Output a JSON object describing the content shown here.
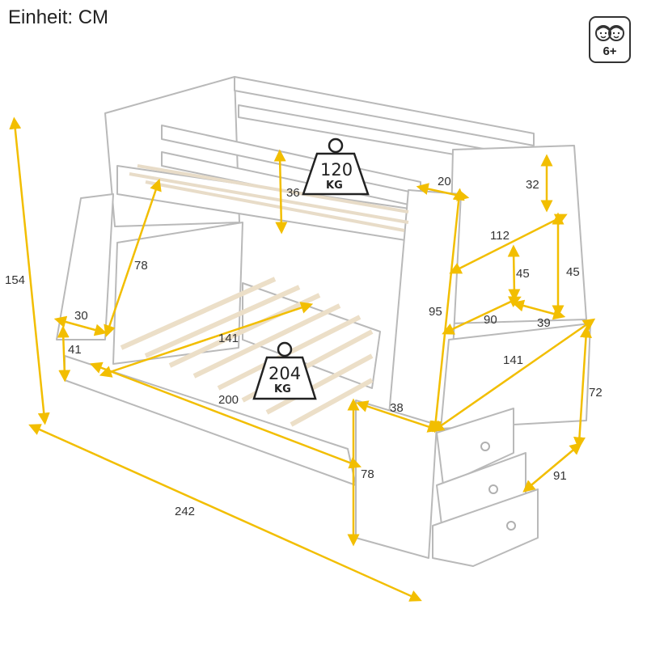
{
  "unit_label": "Einheit: CM",
  "age_badge": {
    "text": "6+",
    "icon": "two-children-faces-icon"
  },
  "accent_color": "#f2be00",
  "weights": {
    "upper": {
      "value": "120",
      "unit": "KG"
    },
    "lower": {
      "value": "204",
      "unit": "KG"
    }
  },
  "dimensions": {
    "total_height": "154",
    "total_length": "242",
    "ladder_length": "78",
    "ladder_step_height": "30",
    "post_height": "41",
    "upper_guard_height": "36",
    "lower_bed_width": "141",
    "lower_bed_length": "200",
    "shelf_depth": "20",
    "shelf_top_height": "32",
    "shelf_width": "112",
    "shelf_inner_height": "45",
    "shelf_right_height": "45",
    "side_height": "95",
    "shelf_lower_width": "90",
    "shelf_lower_depth": "39",
    "desk_length": "141",
    "desk_height": "72",
    "cabinet_depth": "38",
    "cabinet_height": "78",
    "drawer_depth": "91"
  }
}
